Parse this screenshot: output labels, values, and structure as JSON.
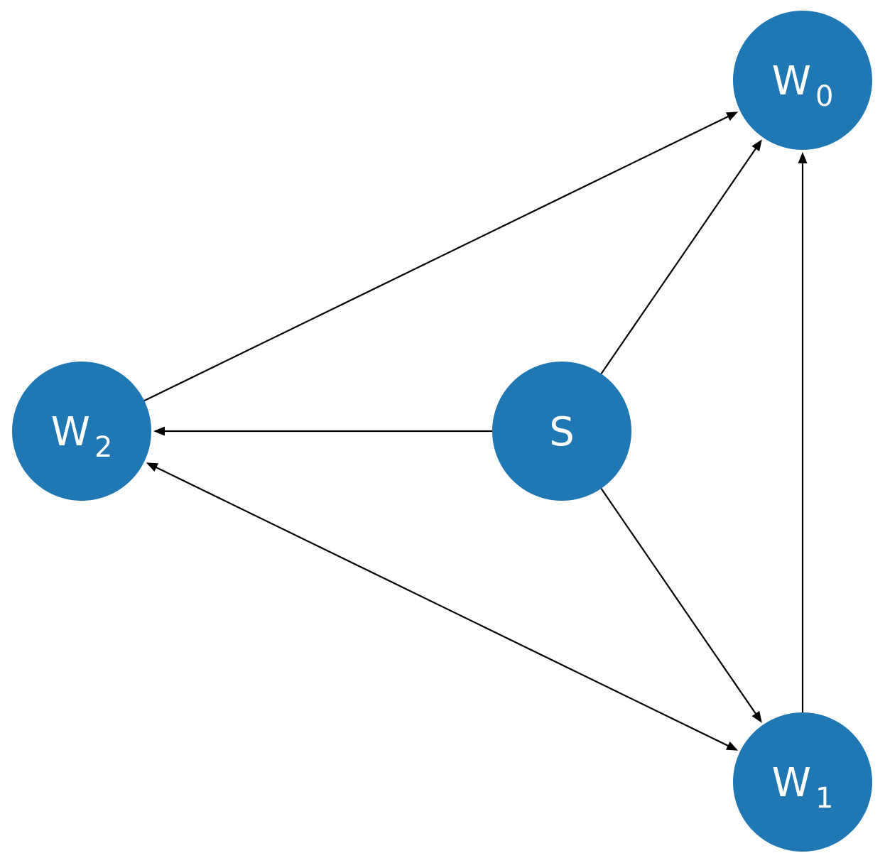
{
  "colors": {
    "node_fill": "#1f77b4",
    "node_text": "#ffffff",
    "edge": "#000000",
    "background": "#ffffff"
  },
  "nodes": [
    {
      "id": "W0",
      "main": "W",
      "sub": "0"
    },
    {
      "id": "W1",
      "main": "W",
      "sub": "1"
    },
    {
      "id": "W2",
      "main": "W",
      "sub": "2"
    },
    {
      "id": "S",
      "main": "S",
      "sub": ""
    }
  ],
  "edges": [
    {
      "from": "S",
      "to": "W0",
      "bidirectional": false
    },
    {
      "from": "S",
      "to": "W1",
      "bidirectional": false
    },
    {
      "from": "S",
      "to": "W2",
      "bidirectional": false
    },
    {
      "from": "W2",
      "to": "W0",
      "bidirectional": false
    },
    {
      "from": "W1",
      "to": "W0",
      "bidirectional": false
    },
    {
      "from": "W2",
      "to": "W1",
      "bidirectional": true
    }
  ]
}
